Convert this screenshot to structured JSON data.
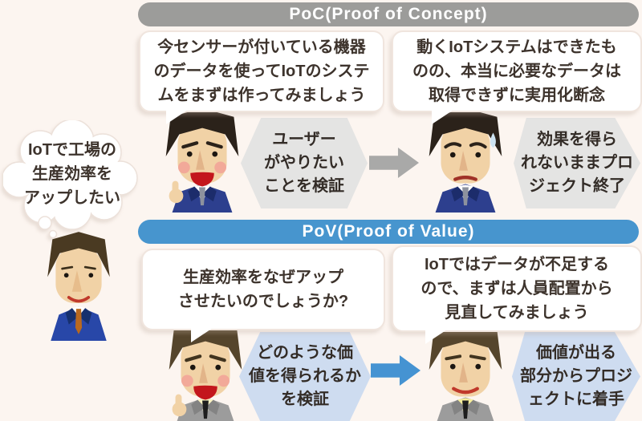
{
  "colors": {
    "poc_bar": "#9c9c9a",
    "pov_bar": "#4795ce",
    "hex_gray": "#e4e4e3",
    "hex_blue": "#cedcf0",
    "arrow_gray": "#a9a9a8",
    "arrow_blue": "#4593d2"
  },
  "thought": {
    "text": "IoTで工場の\n生産効率を\nアップしたい"
  },
  "poc": {
    "header": "PoC(Proof of Concept)",
    "speech_left": "今センサーが付いている機器\nのデータを使ってIoTのシステ\nムをまずは作ってみましょう",
    "speech_right": "動くIoTシステムはできたも\nのの、本当に必要なデータは\n取得できずに実用化断念",
    "badge_left": "ユーザー\nがやりたい\nことを検証",
    "badge_right": "効果を得ら\nれないままプロ\nジェクト終了"
  },
  "pov": {
    "header": "PoV(Proof of Value)",
    "speech_left": "生産効率をなぜアップ\nさせたいのでしょうか?",
    "speech_right": "IoTではデータが不足する\nので、まずは人員配置から\n見直してみましょう",
    "badge_left": "どのような価\n値を得られるか\nを検証",
    "badge_right": "価値が出る\n部分からプロジ\nェクトに着手"
  }
}
